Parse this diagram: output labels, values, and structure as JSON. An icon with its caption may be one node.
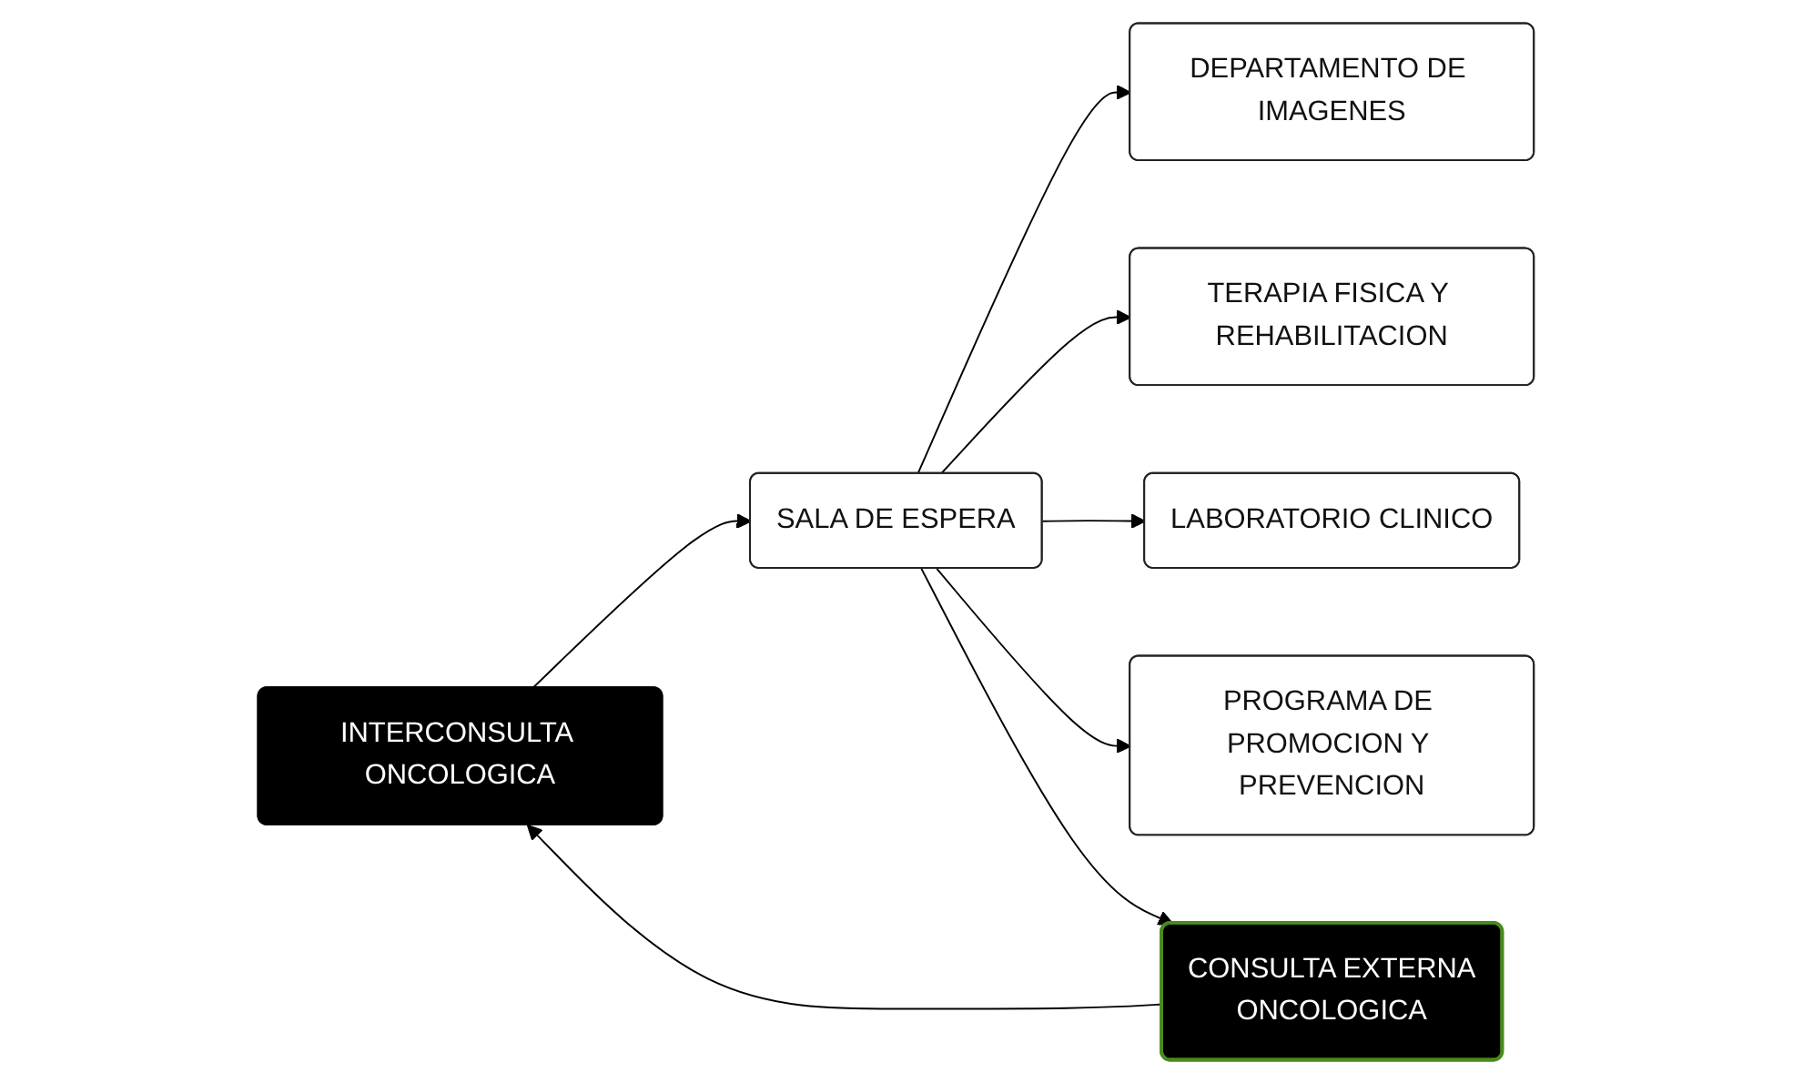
{
  "diagram": {
    "nodes": [
      {
        "text": [
          "INTERCONSULTA ONCOLOGICA"
        ]
      },
      {
        "text": [
          "SALA DE ESPERA"
        ]
      },
      {
        "text": [
          "DEPARTAMENTO DE IMAGENES"
        ]
      },
      {
        "text": [
          "TERAPIA FISICA Y REHABILITACION"
        ]
      },
      {
        "text": [
          "LABORATORIO CLINICO"
        ]
      },
      {
        "text": [
          "PROGRAMA DE PROMOCION Y PREVENCION"
        ]
      },
      {
        "text": [
          "CONSULTA EXTERNA",
          "ONCOLOGICA"
        ]
      }
    ],
    "edges": [
      {
        "from": 0,
        "to": 1,
        "arrow": "to"
      },
      {
        "from": 1,
        "to": 2,
        "arrow": "to"
      },
      {
        "from": 1,
        "to": 3,
        "arrow": "to"
      },
      {
        "from": 1,
        "to": 4,
        "arrow": "to"
      },
      {
        "from": 1,
        "to": 5,
        "arrow": "to"
      },
      {
        "from": 1,
        "to": 6,
        "arrow": "to"
      },
      {
        "from": 6,
        "to": 0,
        "arrow": "to"
      }
    ]
  }
}
